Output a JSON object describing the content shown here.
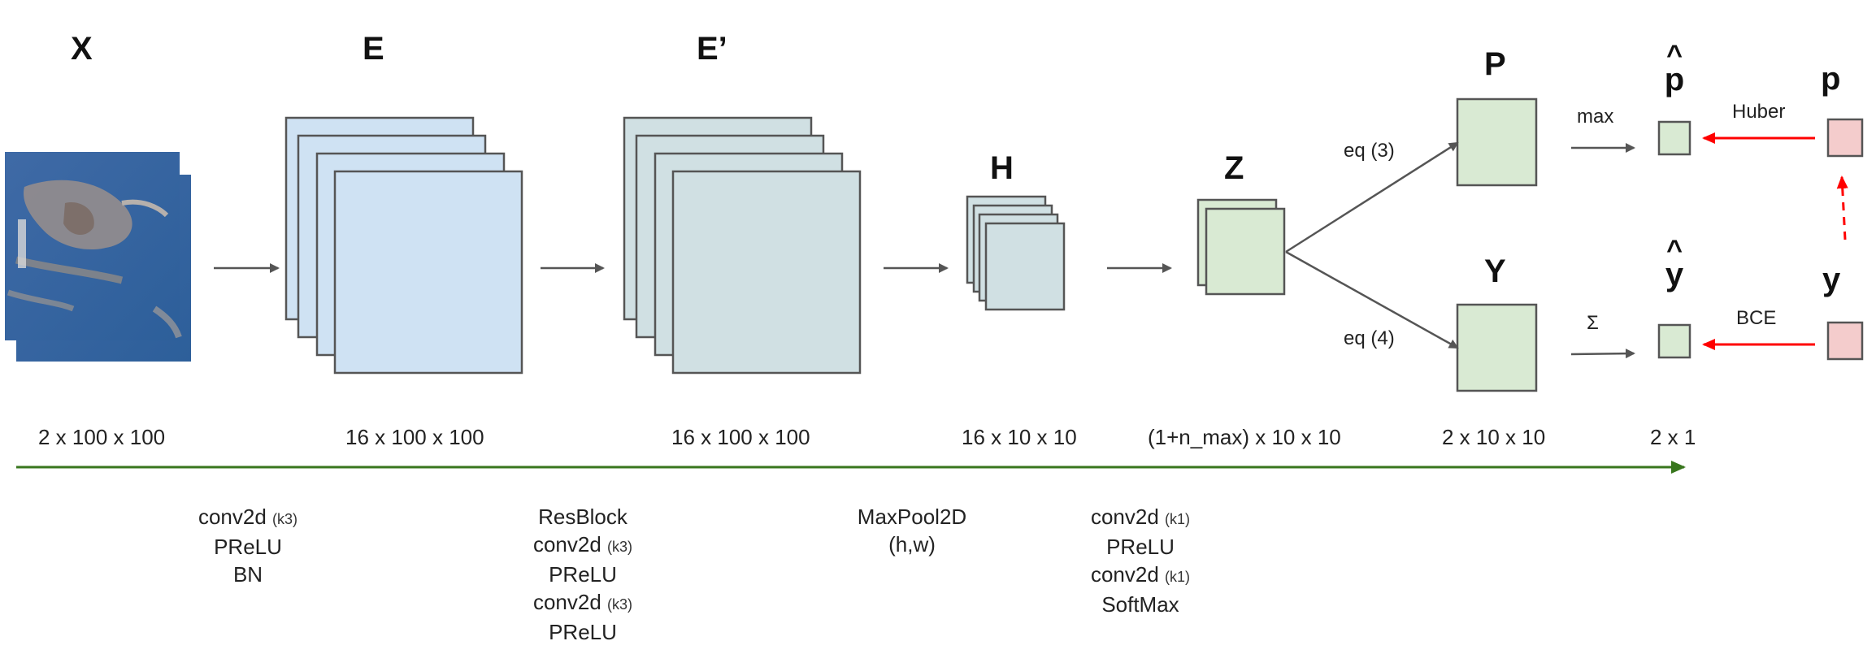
{
  "labels": {
    "X": "X",
    "E": "E",
    "E_prime": "E’",
    "H": "H",
    "Z": "Z",
    "P": "P",
    "Y": "Y",
    "p_hat_caret": "^",
    "p_hat": "p",
    "y_hat_caret": "^",
    "y_hat": "y",
    "p": "p",
    "y": "y"
  },
  "dims": {
    "X": "2 x 100 x 100",
    "E": "16 x 100 x 100",
    "E_prime": "16 x 100 x 100",
    "H": "16 x 10 x 10",
    "Z": "(1+n_max) x 10 x 10",
    "PY": "2 x 10 x 10",
    "out": "2 x 1"
  },
  "edges": {
    "eq3": "eq (3)",
    "eq4": "eq (4)",
    "max": "max",
    "sum": "Σ",
    "huber": "Huber",
    "bce": "BCE"
  },
  "ops": {
    "stage1": [
      {
        "text": "conv2d",
        "k": "(k3)"
      },
      {
        "text": "PReLU",
        "k": ""
      },
      {
        "text": "BN",
        "k": ""
      }
    ],
    "stage2": [
      {
        "text": "ResBlock",
        "k": ""
      },
      {
        "text": "conv2d",
        "k": "(k3)"
      },
      {
        "text": "PReLU",
        "k": ""
      },
      {
        "text": "conv2d",
        "k": "(k3)"
      },
      {
        "text": "PReLU",
        "k": ""
      }
    ],
    "stage3": [
      {
        "text": "MaxPool2D",
        "k": ""
      },
      {
        "text": "(h,w)",
        "k": ""
      }
    ],
    "stage4": [
      {
        "text": "conv2d",
        "k": "(k1)"
      },
      {
        "text": "PReLU",
        "k": ""
      },
      {
        "text": "conv2d",
        "k": "(k1)"
      },
      {
        "text": "SoftMax",
        "k": ""
      }
    ]
  },
  "colors": {
    "blue_fill": "#cfe2f3",
    "slate_fill": "#d0e0e3",
    "green_fill": "#d9ead3",
    "pink_fill": "#f4cccc",
    "border": "#555555",
    "arrow": "#555555",
    "loss_arrow": "#ff0000",
    "timeline": "#38761d"
  },
  "icons": {
    "input_image": "satellite-image-icon"
  }
}
